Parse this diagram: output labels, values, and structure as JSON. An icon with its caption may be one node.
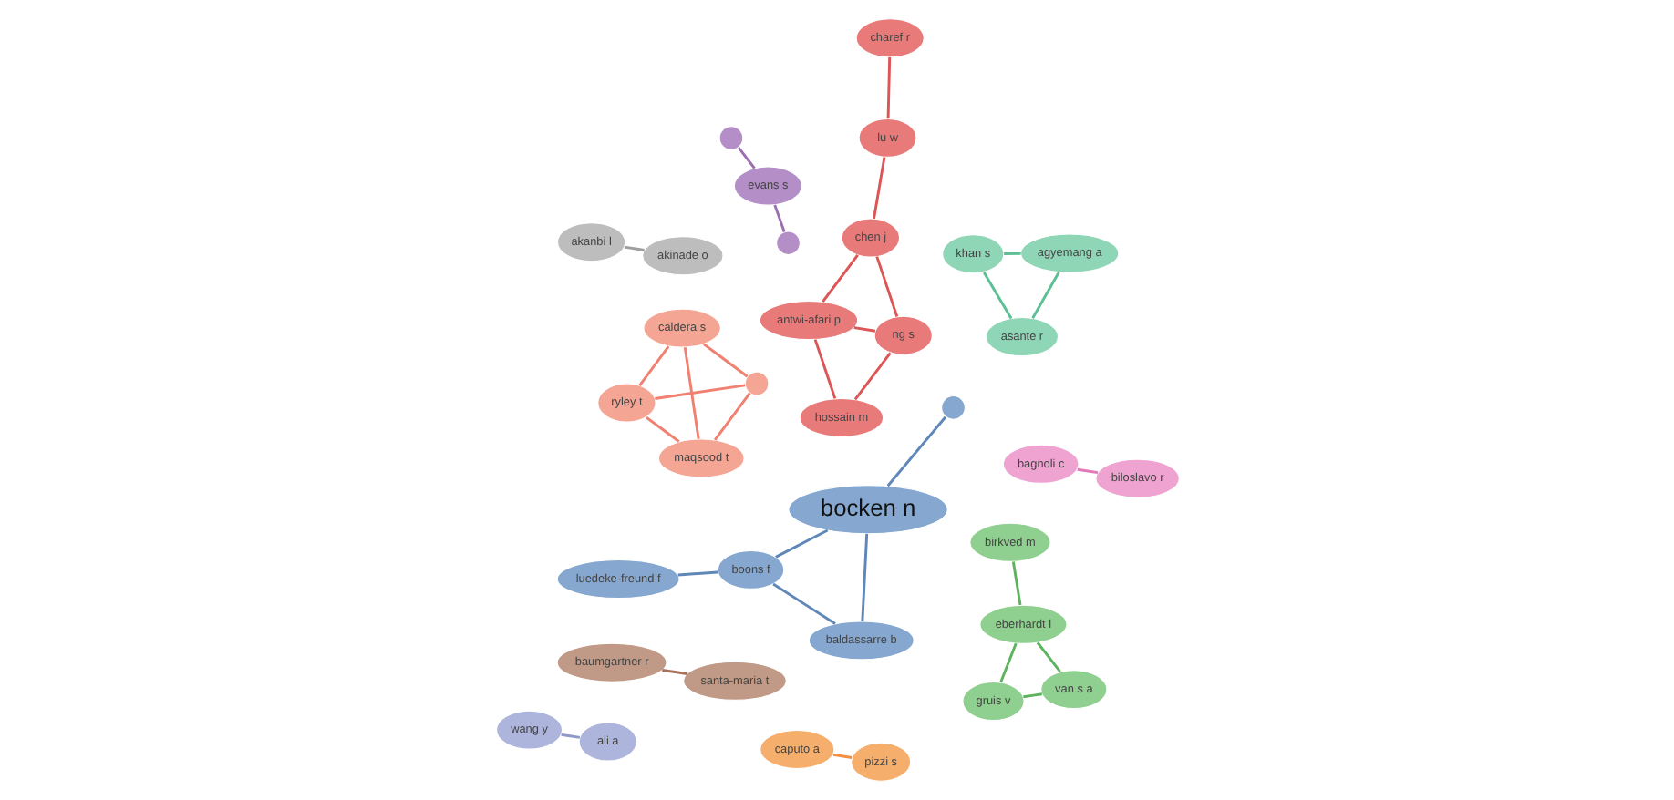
{
  "diagram": {
    "nodes": [
      {
        "text": [
          "gruis v"
        ]
      },
      {
        "text": [
          "van s a"
        ]
      },
      {
        "text": [
          "eberhardt l"
        ]
      },
      {
        "text": [
          "birkved m"
        ]
      },
      {
        "text": [
          "hossain m"
        ]
      },
      {
        "text": [
          "ng s"
        ]
      },
      {
        "text": [
          "antwi-afari p"
        ]
      },
      {
        "text": [
          "chen j"
        ]
      },
      {
        "text": [
          "lu w"
        ]
      },
      {
        "text": [
          "charef r"
        ]
      },
      {
        "text": [
          "khan s"
        ]
      },
      {
        "text": [
          "agyemang a"
        ]
      },
      {
        "text": [
          "asante r"
        ]
      },
      {
        "text": [
          "baumgartner r"
        ]
      },
      {
        "text": [
          "santa-maria t"
        ]
      },
      {
        "text": [],
        "shape": "circle"
      },
      {
        "text": [
          "evans s"
        ]
      },
      {
        "text": [],
        "shape": "circle"
      },
      {
        "text": [
          "wang y"
        ]
      },
      {
        "text": [
          "ali a"
        ]
      },
      {
        "text": [
          "luedeke-freund f"
        ]
      },
      {
        "text": [
          "boons f"
        ]
      },
      {
        "text": [
          "baldassarre b"
        ]
      },
      {
        "text": [
          "bocken n"
        ]
      },
      {
        "text": [],
        "shape": "circle"
      },
      {
        "text": [
          "ryley t"
        ]
      },
      {
        "text": [],
        "shape": "circle"
      },
      {
        "text": [
          "maqsood t"
        ]
      },
      {
        "text": [
          "caldera s"
        ]
      },
      {
        "text": [
          "bagnoli c"
        ]
      },
      {
        "text": [
          "biloslavo r"
        ]
      },
      {
        "text": [
          "caputo a"
        ]
      },
      {
        "text": [
          "pizzi s"
        ]
      },
      {
        "text": [
          "akanbi l"
        ]
      },
      {
        "text": [
          "akinade o"
        ]
      }
    ],
    "edges": [
      {
        "from": 0,
        "to": 1,
        "arrow": "none",
        "color": "#5fb35f"
      },
      {
        "from": 0,
        "to": 2,
        "arrow": "none",
        "color": "#5fb35f"
      },
      {
        "from": 1,
        "to": 2,
        "arrow": "none",
        "color": "#5fb35f"
      },
      {
        "from": 2,
        "to": 3,
        "arrow": "none",
        "color": "#5fb35f"
      },
      {
        "from": 4,
        "to": 5,
        "arrow": "none",
        "color": "#dd5555"
      },
      {
        "from": 4,
        "to": 6,
        "arrow": "none",
        "color": "#dd5555"
      },
      {
        "from": 6,
        "to": 5,
        "arrow": "none",
        "color": "#dd5555"
      },
      {
        "from": 5,
        "to": 7,
        "arrow": "none",
        "color": "#dd5555"
      },
      {
        "from": 6,
        "to": 7,
        "arrow": "none",
        "color": "#dd5555"
      },
      {
        "from": 7,
        "to": 8,
        "arrow": "none",
        "color": "#dd5555"
      },
      {
        "from": 8,
        "to": 9,
        "arrow": "none",
        "color": "#dd5555"
      },
      {
        "from": 10,
        "to": 11,
        "arrow": "none",
        "color": "#5cbf95"
      },
      {
        "from": 10,
        "to": 12,
        "arrow": "none",
        "color": "#5cbf95"
      },
      {
        "from": 11,
        "to": 12,
        "arrow": "none",
        "color": "#5cbf95"
      },
      {
        "from": 13,
        "to": 14,
        "arrow": "none",
        "color": "#a8735a"
      },
      {
        "from": 15,
        "to": 16,
        "arrow": "none",
        "color": "#9c6fb0"
      },
      {
        "from": 16,
        "to": 17,
        "arrow": "none",
        "color": "#9c6fb0"
      },
      {
        "from": 18,
        "to": 19,
        "arrow": "none",
        "color": "#8f99c9"
      },
      {
        "from": 20,
        "to": 21,
        "arrow": "none",
        "color": "#5f87b8"
      },
      {
        "from": 21,
        "to": 22,
        "arrow": "none",
        "color": "#5f87b8"
      },
      {
        "from": 21,
        "to": 23,
        "arrow": "none",
        "color": "#5f87b8"
      },
      {
        "from": 22,
        "to": 23,
        "arrow": "none",
        "color": "#5f87b8"
      },
      {
        "from": 23,
        "to": 24,
        "arrow": "none",
        "color": "#5f87b8"
      },
      {
        "from": 25,
        "to": 26,
        "arrow": "none",
        "color": "#f08070"
      },
      {
        "from": 25,
        "to": 27,
        "arrow": "none",
        "color": "#f08070"
      },
      {
        "from": 25,
        "to": 28,
        "arrow": "none",
        "color": "#f08070"
      },
      {
        "from": 26,
        "to": 27,
        "arrow": "none",
        "color": "#f08070"
      },
      {
        "from": 26,
        "to": 28,
        "arrow": "none",
        "color": "#f08070"
      },
      {
        "from": 27,
        "to": 28,
        "arrow": "none",
        "color": "#f08070"
      },
      {
        "from": 29,
        "to": 30,
        "arrow": "none",
        "color": "#e07bb8"
      },
      {
        "from": 31,
        "to": 32,
        "arrow": "none",
        "color": "#f39040"
      },
      {
        "from": 33,
        "to": 34,
        "arrow": "none",
        "color": "#9e9e9e"
      }
    ]
  }
}
